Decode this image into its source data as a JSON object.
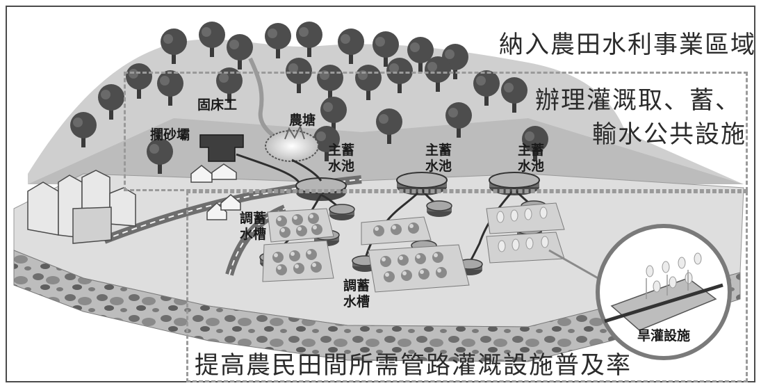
{
  "regions": {
    "top_title": "納入農田水利事業區域",
    "upper_box_label_line1": "辦理灌溉取、蓄、",
    "upper_box_label_line2": "輸水公共設施",
    "lower_box_label": "提高農民田間所需管路灌溉設施普及率"
  },
  "facilities": {
    "sediment_dam": "攔砂壩",
    "bed_stabilizer": "固床工",
    "farm_pond": "農塘",
    "main_pool_line1": "主蓄",
    "main_pool_line2": "水池",
    "regulating_tank_line1": "調蓄",
    "regulating_tank_line2": "水槽",
    "dry_irrigation": "旱灌設施"
  }
}
